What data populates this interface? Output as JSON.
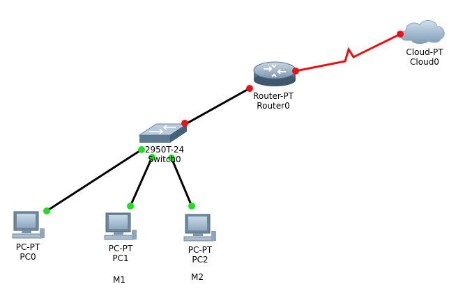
{
  "devices": {
    "cloud": {
      "model": "Cloud-PT",
      "name": "Cloud0"
    },
    "router": {
      "model": "Router-PT",
      "name": "Router0"
    },
    "switch": {
      "model": "2950T-24",
      "name": "Switch0"
    },
    "pc0": {
      "model": "PC-PT",
      "name": "PC0"
    },
    "pc1": {
      "model": "PC-PT",
      "name": "PC1",
      "note": "M1"
    },
    "pc2": {
      "model": "PC-PT",
      "name": "PC2",
      "note": "M2"
    }
  },
  "links": [
    {
      "from": "router",
      "to": "cloud",
      "type": "serial",
      "status": "down"
    },
    {
      "from": "switch",
      "to": "router",
      "type": "ethernet",
      "status": "down"
    },
    {
      "from": "switch",
      "to": "pc0",
      "type": "ethernet",
      "status": "up"
    },
    {
      "from": "switch",
      "to": "pc1",
      "type": "ethernet",
      "status": "up"
    },
    {
      "from": "switch",
      "to": "pc2",
      "type": "ethernet",
      "status": "up"
    }
  ],
  "colors": {
    "link_up": "#22dd22",
    "link_down": "#ee1111",
    "serial_cable": "#e81010",
    "ethernet_cable": "#000000"
  },
  "icons": {
    "cloud": "cloud-icon",
    "router": "router-icon",
    "switch": "switch-icon",
    "pc": "pc-icon"
  }
}
